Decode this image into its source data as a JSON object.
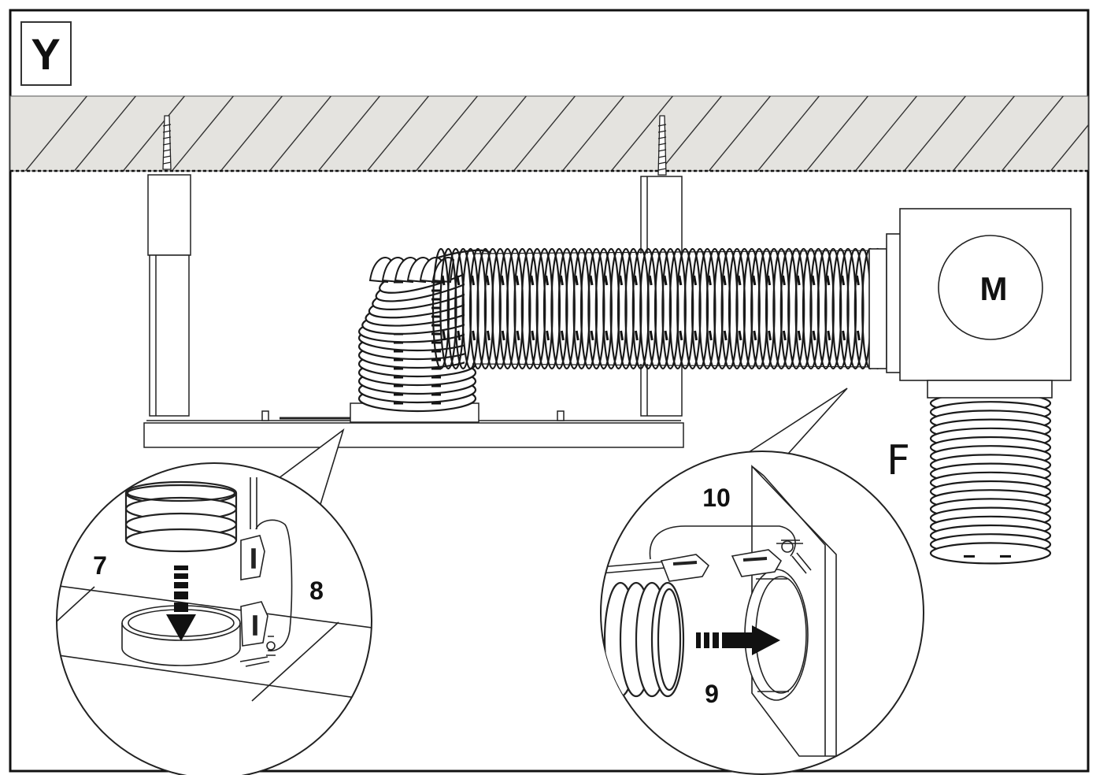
{
  "figure_label": "Y",
  "motor_label": "M",
  "outlet_label": "F",
  "steps": {
    "step7": "7",
    "step8": "8",
    "step9": "9",
    "step10": "10"
  },
  "colors": {
    "ceiling_fill": "#e4e3df",
    "line": "#111111",
    "background": "#ffffff"
  }
}
